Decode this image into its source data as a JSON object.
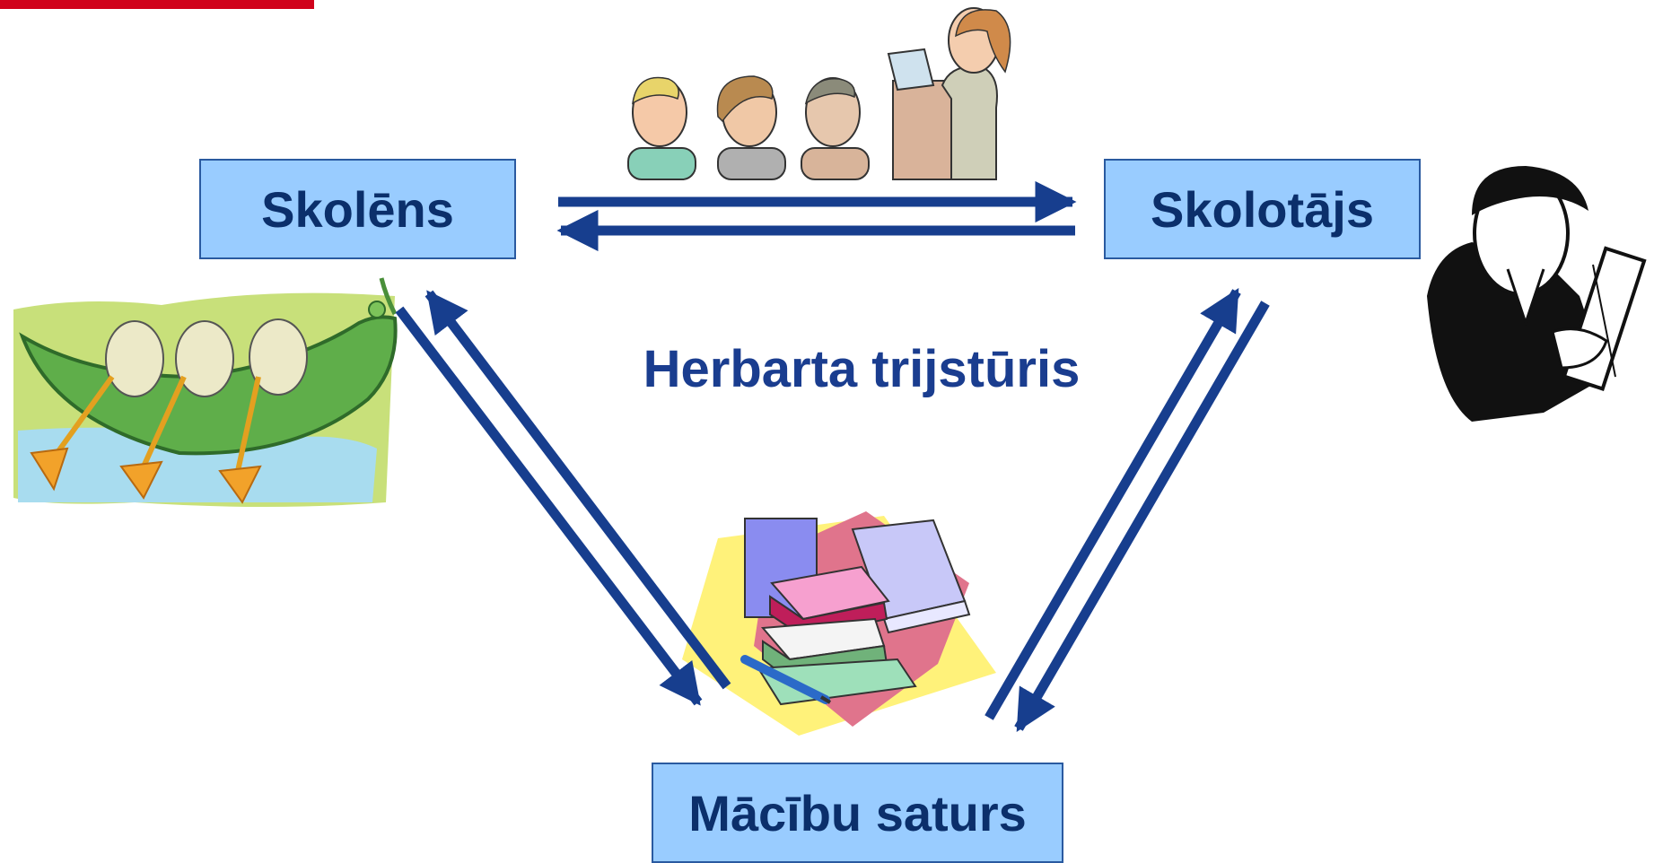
{
  "diagram": {
    "title": "Herbarta trijstūris",
    "nodes": {
      "student": "Skolēns",
      "teacher": "Skolotājs",
      "content": "Mācību saturs"
    },
    "colors": {
      "node_fill": "#99ccff",
      "node_border": "#2a5aa0",
      "node_text": "#0b2f6b",
      "title_text": "#1a3d8f",
      "arrow": "#173e8e",
      "accent_bar": "#d0021b"
    },
    "edges": [
      {
        "from": "student",
        "to": "teacher"
      },
      {
        "from": "teacher",
        "to": "student"
      },
      {
        "from": "student",
        "to": "content"
      },
      {
        "from": "content",
        "to": "student"
      },
      {
        "from": "teacher",
        "to": "content"
      },
      {
        "from": "content",
        "to": "teacher"
      }
    ],
    "illustrations": [
      "peapod-rowers-clipart",
      "classroom-lecture-clipart",
      "reading-man-clipart",
      "books-stack-clipart"
    ]
  }
}
